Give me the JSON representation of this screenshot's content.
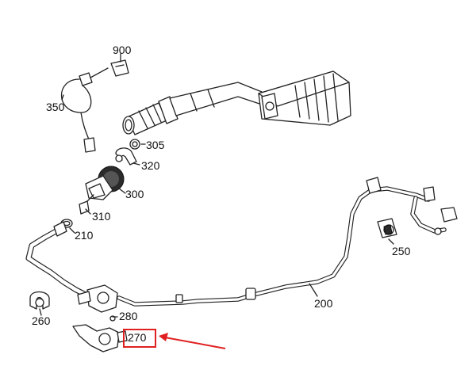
{
  "diagram": {
    "callouts": [
      {
        "id": "900",
        "label": "900"
      },
      {
        "id": "350",
        "label": "350"
      },
      {
        "id": "305",
        "label": "305"
      },
      {
        "id": "320",
        "label": "320"
      },
      {
        "id": "300",
        "label": "300"
      },
      {
        "id": "310",
        "label": "310"
      },
      {
        "id": "210",
        "label": "210"
      },
      {
        "id": "250",
        "label": "250"
      },
      {
        "id": "200",
        "label": "200"
      },
      {
        "id": "260",
        "label": "260"
      },
      {
        "id": "280",
        "label": "280"
      },
      {
        "id": "270",
        "label": "270"
      }
    ],
    "highlight": {
      "target": "270",
      "box_color": "#e02020",
      "arrow_color": "#e02020"
    }
  }
}
